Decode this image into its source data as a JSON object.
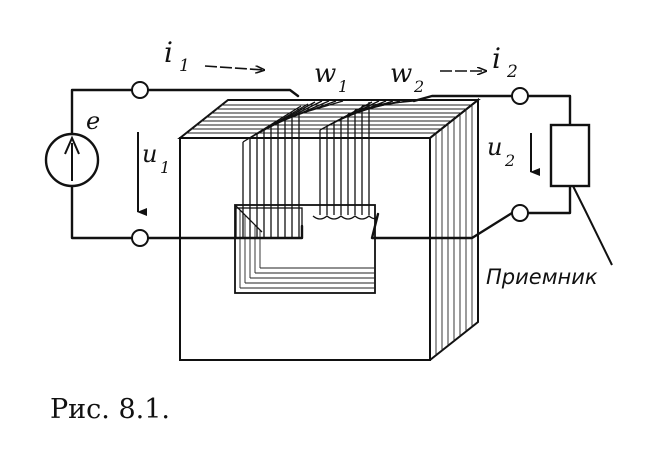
{
  "figure": {
    "caption": "Рис. 8.1.",
    "labels": {
      "emf": "e",
      "current_primary": "i",
      "current_primary_sub": "1",
      "voltage_primary": "u",
      "voltage_primary_sub": "1",
      "turns_primary": "w",
      "turns_primary_sub": "1",
      "turns_secondary": "w",
      "turns_secondary_sub": "2",
      "current_secondary": "i",
      "current_secondary_sub": "2",
      "voltage_secondary": "u",
      "voltage_secondary_sub": "2",
      "receiver": "Приемник"
    }
  }
}
